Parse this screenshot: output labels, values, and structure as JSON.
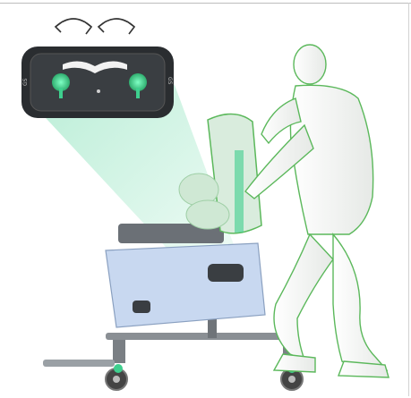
{
  "image": {
    "kind": "product-illustration",
    "colors": {
      "outline_green": "#5bb85b",
      "glow_green": "#3ecf8e",
      "seat_blue": "#c8d8f0",
      "body_white": "#f4f6f4",
      "frame_gray": "#8a8f94",
      "dark_panel": "#2a2d30"
    },
    "labels": {
      "panel_left": "GS",
      "panel_right": "GS"
    }
  }
}
